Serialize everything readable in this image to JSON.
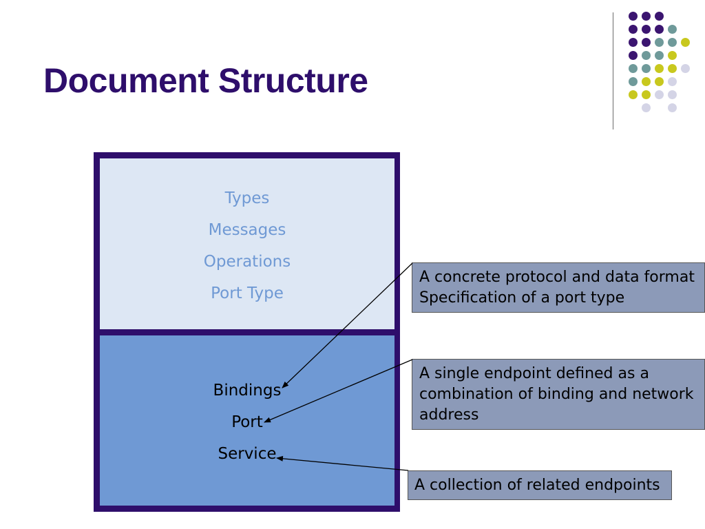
{
  "slide": {
    "title": "Document Structure"
  },
  "diagram": {
    "abstract_section": [
      "Types",
      "Messages",
      "Operations",
      "Port Type"
    ],
    "concrete_section": [
      "Bindings",
      "Port",
      "Service"
    ],
    "callouts": [
      {
        "line1": "A concrete protocol and data format",
        "line2": "Specification of a port type",
        "line3": ""
      },
      {
        "line1": "A single endpoint defined as a",
        "line2": "combination of binding and network",
        "line3": "address"
      },
      {
        "line1": "A collection of related endpoints",
        "line2": "",
        "line3": ""
      }
    ]
  },
  "colors": {
    "title": "#2e0e6b",
    "frame": "#2e0e6b",
    "abstract_fill": "#dde7f4",
    "concrete_fill": "#6f99d4",
    "callout_fill": "#8c9ab8",
    "dot_purple": "#3b1570",
    "dot_teal": "#6f9a9a",
    "dot_yellow": "#c8c81e",
    "dot_lavender": "#d4d4e6"
  }
}
